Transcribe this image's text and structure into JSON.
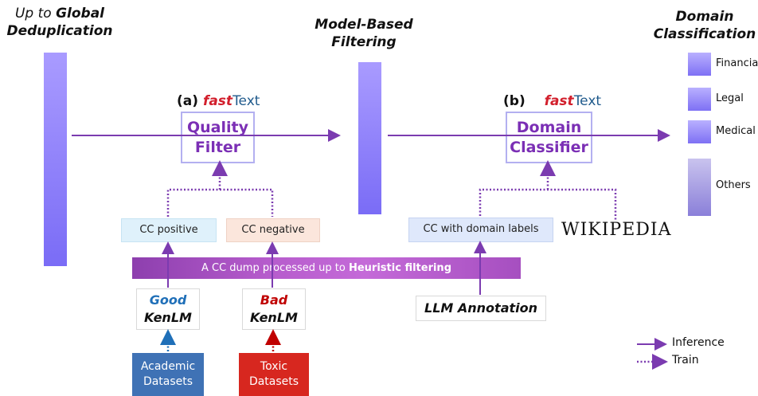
{
  "stages": {
    "global_dedup": {
      "prefix": "Up to ",
      "bold": "Global",
      "line2": "Deduplication"
    },
    "model_based": {
      "line1": "Model-Based",
      "line2": "Filtering"
    },
    "domain_classification": {
      "line1": "Domain",
      "line2": "Classification"
    }
  },
  "quality_filter": {
    "tag": "(a)",
    "logo_fast": "fast",
    "logo_text": "Text",
    "line1": "Quality",
    "line2": "Filter"
  },
  "domain_classifier": {
    "tag": "(b)",
    "logo_fast": "fast",
    "logo_text": "Text",
    "line1": "Domain",
    "line2": "Classifier"
  },
  "sources": {
    "cc_positive": "CC positive",
    "cc_negative": "CC negative",
    "cc_domain": "CC with domain labels",
    "wikipedia": "WIKIPEDIA"
  },
  "cc_dump": {
    "prefix": "A CC dump processed up to ",
    "bold": "Heuristic filtering"
  },
  "kenlm": {
    "good": {
      "word": "Good",
      "model": "KenLM"
    },
    "bad": {
      "word": "Bad",
      "model": "KenLM"
    }
  },
  "llm_annotation": "LLM Annotation",
  "datasets": {
    "academic": {
      "line1": "Academic",
      "line2": "Datasets"
    },
    "toxic": {
      "line1": "Toxic",
      "line2": "Datasets"
    }
  },
  "domains": [
    "Financial",
    "Legal",
    "Medical",
    "Others"
  ],
  "legend": {
    "inference": "Inference",
    "train": "Train"
  },
  "colors": {
    "arrow": "#7b3bb0",
    "good": "#1f6fb8",
    "bad": "#c00000",
    "academic": "#3f72b5",
    "toxic": "#d7271f"
  }
}
